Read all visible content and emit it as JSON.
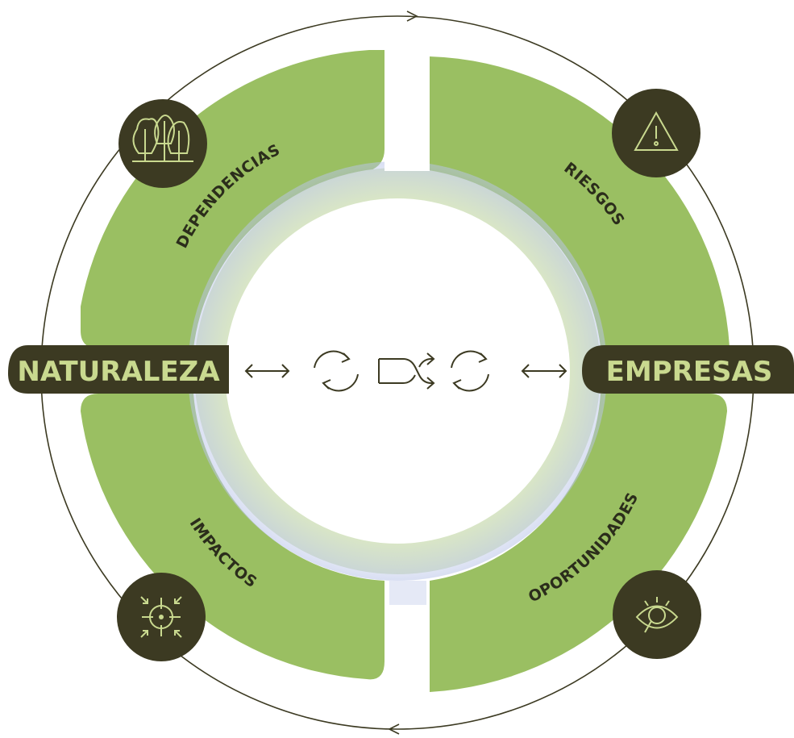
{
  "diagram": {
    "left_tag": "NATURALEZA",
    "right_tag": "EMPRESAS",
    "quadrants": {
      "top_left": "DEPENDENCIAS",
      "top_right": "RIESGOS",
      "bottom_left": "IMPACTOS",
      "bottom_right": "OPORTUNIDADES"
    },
    "center_symbols": [
      "⟷",
      "⟳",
      "⇉",
      "⟳",
      "⟷"
    ],
    "icons": {
      "top_left": "trees-icon",
      "top_right": "warning-triangle-icon",
      "bottom_left": "target-crosshair-icon",
      "bottom_right": "eye-magnifier-icon"
    },
    "colors": {
      "ring_green": "#9abf62",
      "inner_green": "#d9e6c6",
      "dark": "#3c3a22",
      "tag_text": "#c9d98f",
      "label": "#2b2d1b"
    }
  }
}
